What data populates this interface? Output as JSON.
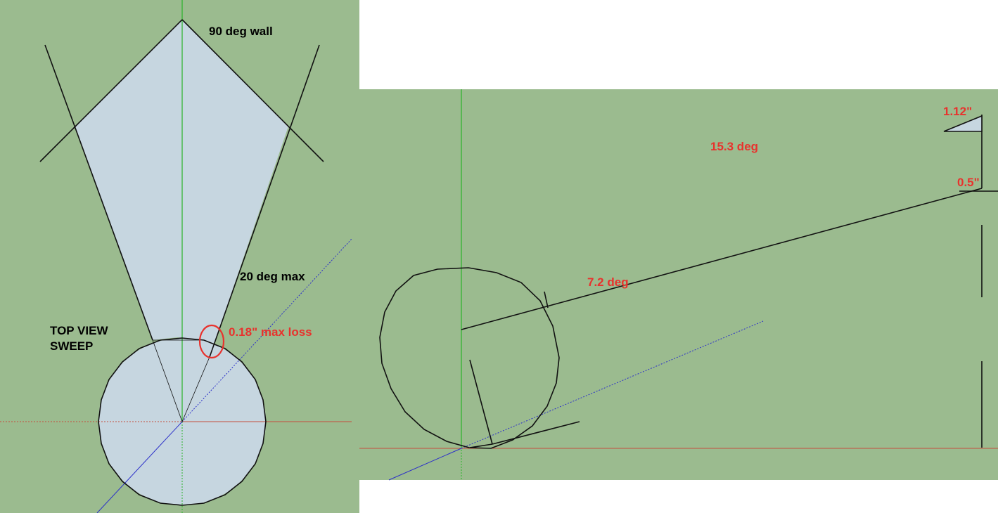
{
  "colors": {
    "ground": "#9bbb8f",
    "face": "#c6d6e0",
    "edge": "#111111",
    "axis_green": "#2ab32a",
    "axis_red": "#c44d3c",
    "axis_blue": "#2b2fc9",
    "label_red": "#e8322d"
  },
  "top_view": {
    "title_line1": "TOP VIEW",
    "title_line2": "SWEEP",
    "wall_label": "90 deg wall",
    "angle_label": "20 deg max",
    "loss_label": "0.18\" max loss"
  },
  "side_view": {
    "upper_angle_label": "15.3 deg",
    "lower_angle_label": "7.2 deg",
    "upper_height_label": "1.12\"",
    "lower_height_label": "0.5\""
  }
}
